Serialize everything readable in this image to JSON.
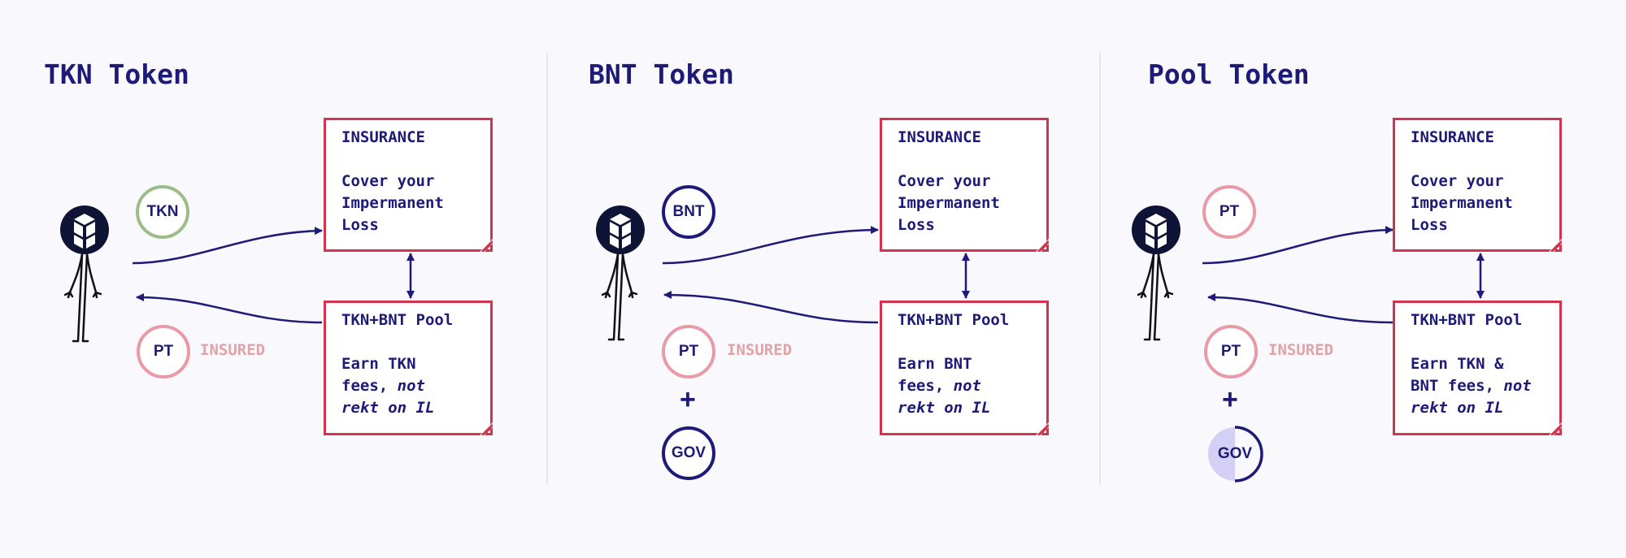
{
  "colors": {
    "navy": "#1e1a78",
    "box_border": "#d1344e",
    "tkn_coin": "#9cbc88",
    "pt_coin": "#e89aa6",
    "insured_text": "#e0a3a6",
    "gov_fill": "#d4d0f5",
    "background": "#f8f8fd"
  },
  "panels": [
    {
      "title": "TKN Token",
      "deposit_coin": "TKN",
      "deposit_coin_style": "green",
      "receipt_coin": "PT",
      "receipt_tag": "INSURED",
      "extra": null,
      "insurance_box": {
        "heading": "INSURANCE",
        "lines": [
          "Cover your",
          "Impermanent",
          "Loss"
        ]
      },
      "pool_box": {
        "heading": "TKN+BNT Pool",
        "lines_plain": [
          "Earn TKN",
          "fees, "
        ],
        "italic_1": "not",
        "italic_2": "rekt on IL"
      }
    },
    {
      "title": "BNT Token",
      "deposit_coin": "BNT",
      "deposit_coin_style": "navy",
      "receipt_coin": "PT",
      "receipt_tag": "INSURED",
      "plus": "+",
      "extra_coin": "GOV",
      "insurance_box": {
        "heading": "INSURANCE",
        "lines": [
          "Cover your",
          "Impermanent",
          "Loss"
        ]
      },
      "pool_box": {
        "heading": "TKN+BNT Pool",
        "lines_plain": [
          "Earn BNT",
          "fees, "
        ],
        "italic_1": "not",
        "italic_2": "rekt on IL"
      }
    },
    {
      "title": "Pool Token",
      "deposit_coin": "PT",
      "deposit_coin_style": "pink",
      "receipt_coin": "PT",
      "receipt_tag": "INSURED",
      "plus": "+",
      "extra_coin": "GOV",
      "extra_coin_fill": 0.5,
      "insurance_box": {
        "heading": "INSURANCE",
        "lines": [
          "Cover your",
          "Impermanent",
          "Loss"
        ]
      },
      "pool_box": {
        "heading": "TKN+BNT Pool",
        "lines_plain": [
          "Earn TKN &",
          "BNT fees, "
        ],
        "italic_1": "not",
        "italic_2": "rekt on IL"
      }
    }
  ]
}
